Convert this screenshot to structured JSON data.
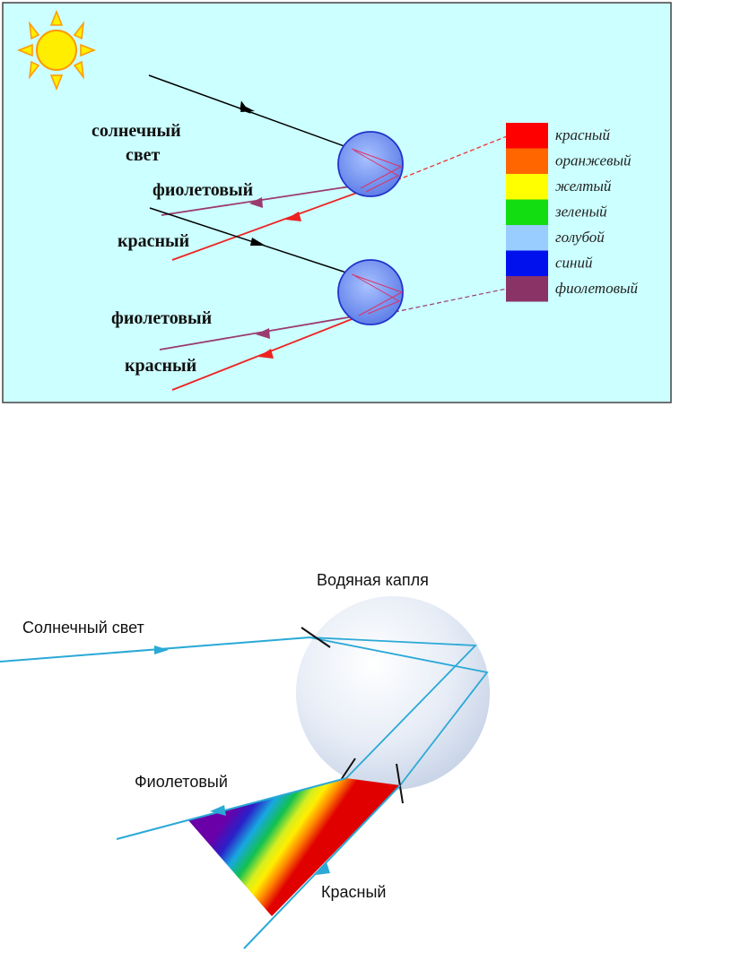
{
  "top_diagram": {
    "labels": {
      "sunlight_line1": "солнечный",
      "sunlight_line2": "свет",
      "violet_upper": "фиолетовый",
      "red_upper": "красный",
      "violet_lower": "фиолетовый",
      "red_lower": "красный"
    },
    "spectrum": [
      {
        "name": "красный",
        "color": "#ff0000"
      },
      {
        "name": "оранжевый",
        "color": "#ff6600"
      },
      {
        "name": "желтый",
        "color": "#ffff00"
      },
      {
        "name": "зеленый",
        "color": "#11dd11"
      },
      {
        "name": "голубой",
        "color": "#99ccff"
      },
      {
        "name": "синий",
        "color": "#0011ee"
      },
      {
        "name": "фиолетовый",
        "color": "#8a3366"
      }
    ],
    "colors": {
      "background": "#ccffff",
      "sun": "#ffee00",
      "sun_rays": "#ffaa00",
      "drop": "#6f8ff0",
      "violet_ray": "#9b3a6e",
      "red_ray": "#ee2222"
    }
  },
  "bottom_diagram": {
    "labels": {
      "drop": "Водяная капля",
      "sunlight": "Солнечный свет",
      "violet": "Фиолетовый",
      "red": "Красный"
    },
    "colors": {
      "ray": "#2aa9d6",
      "drop": "#d8e2f2"
    }
  }
}
